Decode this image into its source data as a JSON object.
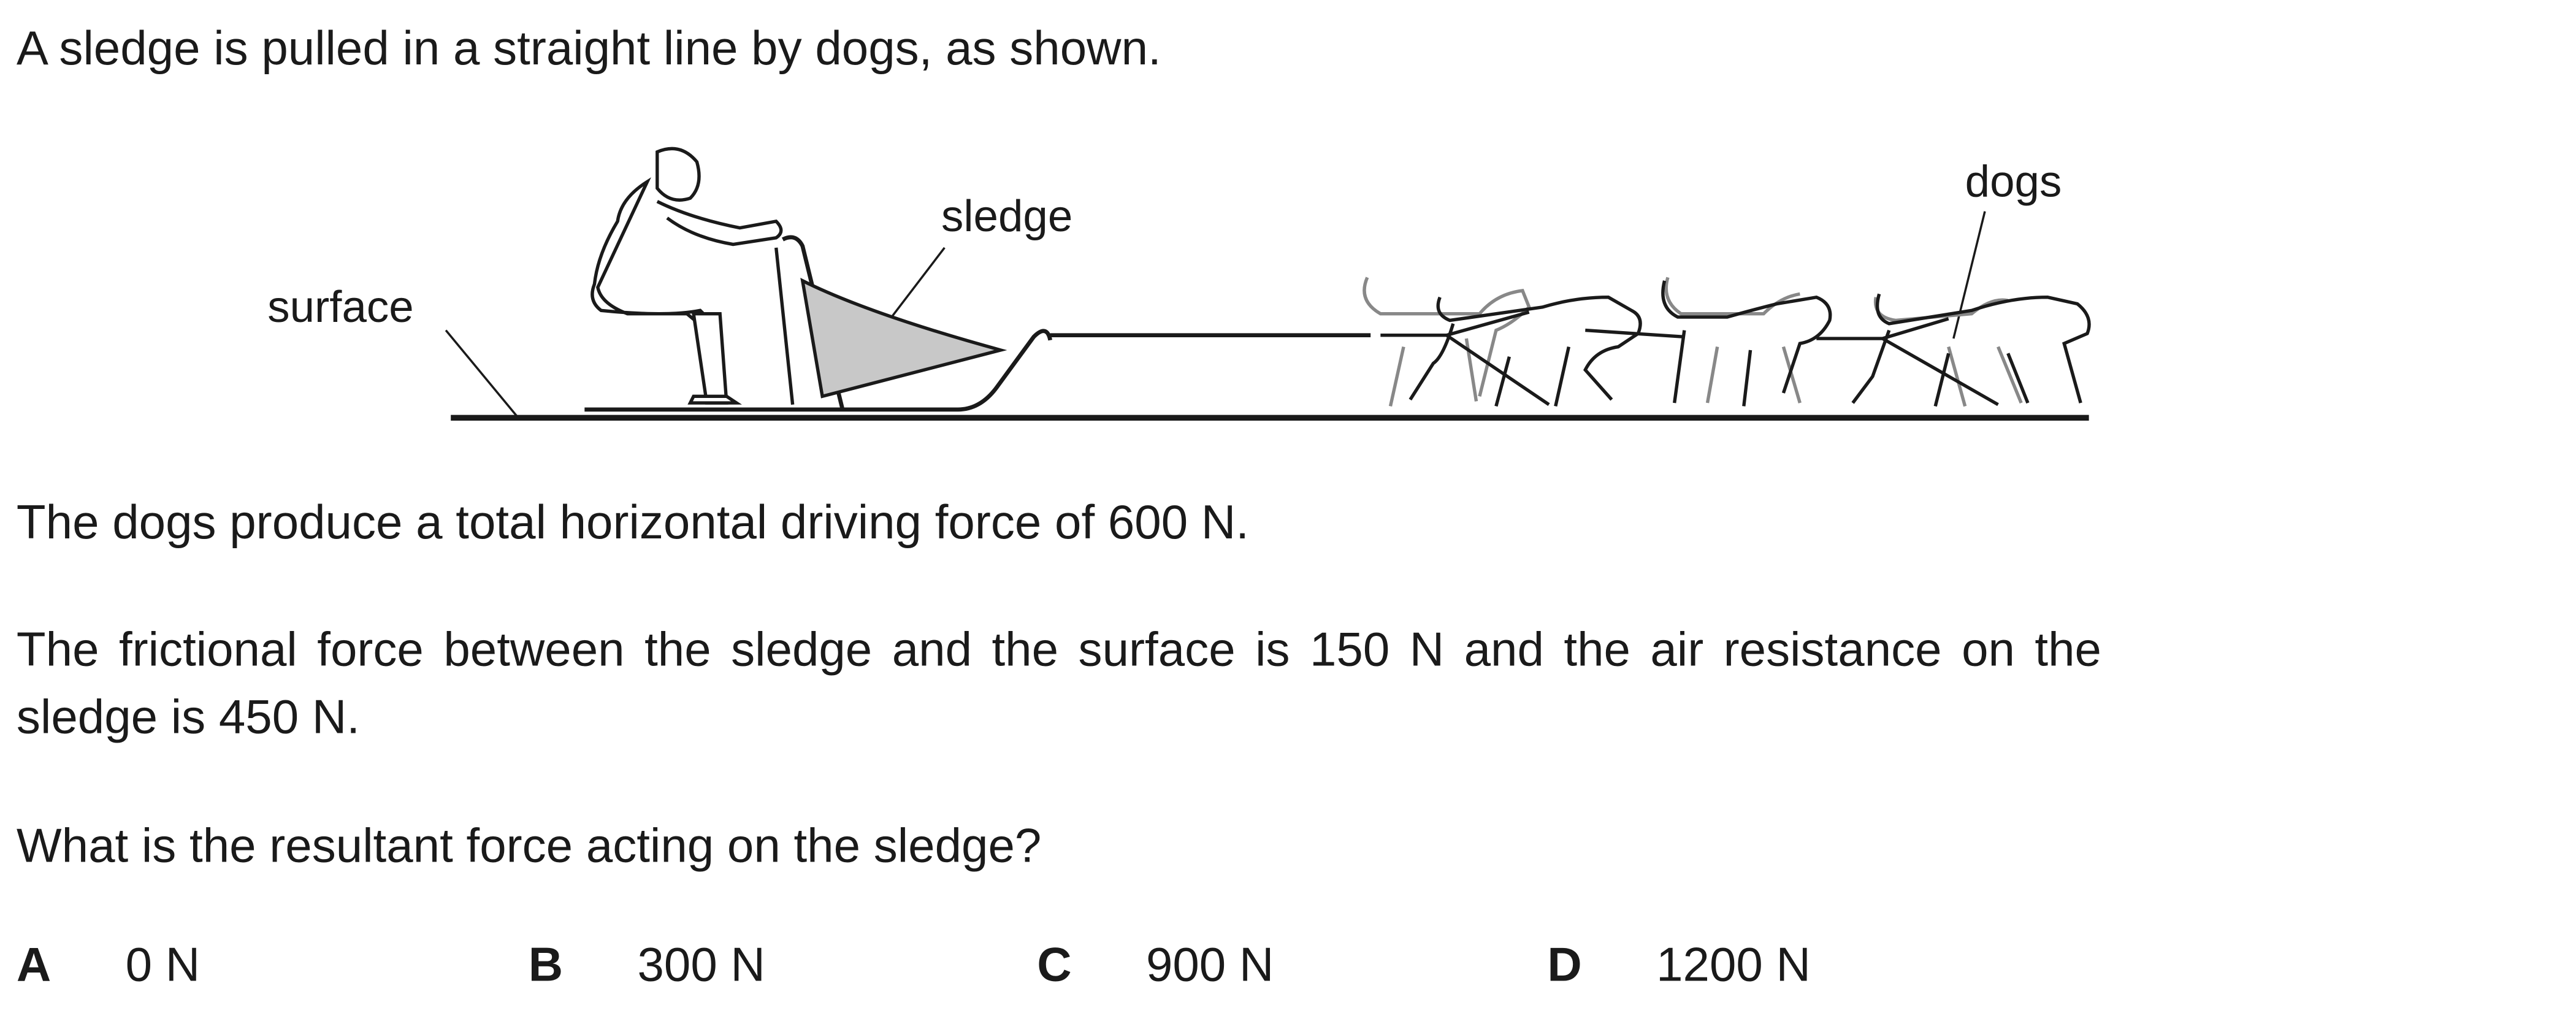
{
  "question": {
    "intro": "A sledge is pulled in a straight line by dogs, as shown.",
    "diagram_labels": {
      "surface": "surface",
      "sledge": "sledge",
      "dogs": "dogs"
    },
    "driving_force": "The dogs produce a total horizontal driving force of 600 N.",
    "friction_line1": "The frictional force between the sledge and the surface is 150 N and the air resistance on the",
    "friction_line2": "sledge is 450 N.",
    "prompt": "What is the resultant force acting on the sledge?"
  },
  "options": [
    {
      "letter": "A",
      "text": "0 N"
    },
    {
      "letter": "B",
      "text": "300 N"
    },
    {
      "letter": "C",
      "text": "900 N"
    },
    {
      "letter": "D",
      "text": "1200 N"
    }
  ]
}
